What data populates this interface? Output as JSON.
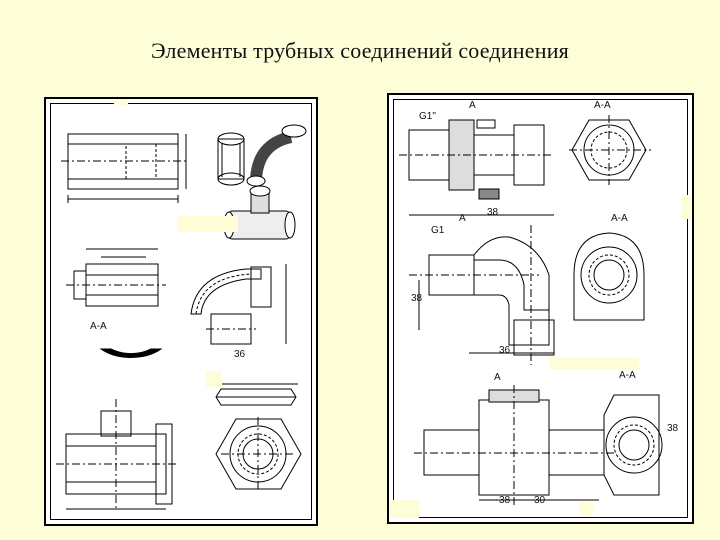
{
  "slide": {
    "title": "Элементы трубных соединений  соединения"
  },
  "left_sheet": {
    "section_label": "А-А",
    "dim_a": "36"
  },
  "right_sheet": {
    "thread_label_top": "G1\"",
    "section_aa_top": "А-А",
    "cut_a_top": "А",
    "dim_top": "38",
    "thread_label_mid": "G1",
    "section_aa_mid": "А-А",
    "cut_a_mid": "А",
    "dim_mid_v": "38",
    "dim_mid_h": "36",
    "section_aa_bottom": "А-А",
    "cut_a_bottom": "А",
    "dim_bottom_1": "38",
    "dim_bottom_2": "30",
    "dim_bottom_v": "38"
  },
  "colors": {
    "background": "#fdfdd8",
    "ink": "#000000",
    "paper": "#ffffff"
  }
}
